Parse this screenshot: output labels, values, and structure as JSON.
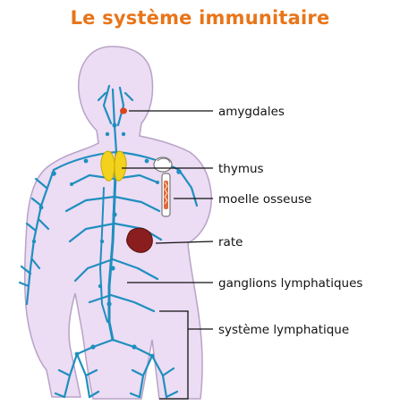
{
  "title": "Le système immunitaire",
  "labels": {
    "tonsils": "amygdales",
    "thymus": "thymus",
    "bone_marrow": "moelle osseuse",
    "spleen": "rate",
    "lymph_nodes": "ganglions lymphatiques",
    "lymphatic_system": "système lymphatique"
  },
  "colors": {
    "title": "#e8751a",
    "body_fill": "#ecdcf4",
    "body_outline": "#b7a3c6",
    "lymph_vessels": "#1f8fbf",
    "thymus": "#f2d21c",
    "spleen": "#8a1e1e",
    "tonsils": "#d9441c",
    "bone_marrow": "#e06a3a",
    "leader_lines": "#111111"
  }
}
